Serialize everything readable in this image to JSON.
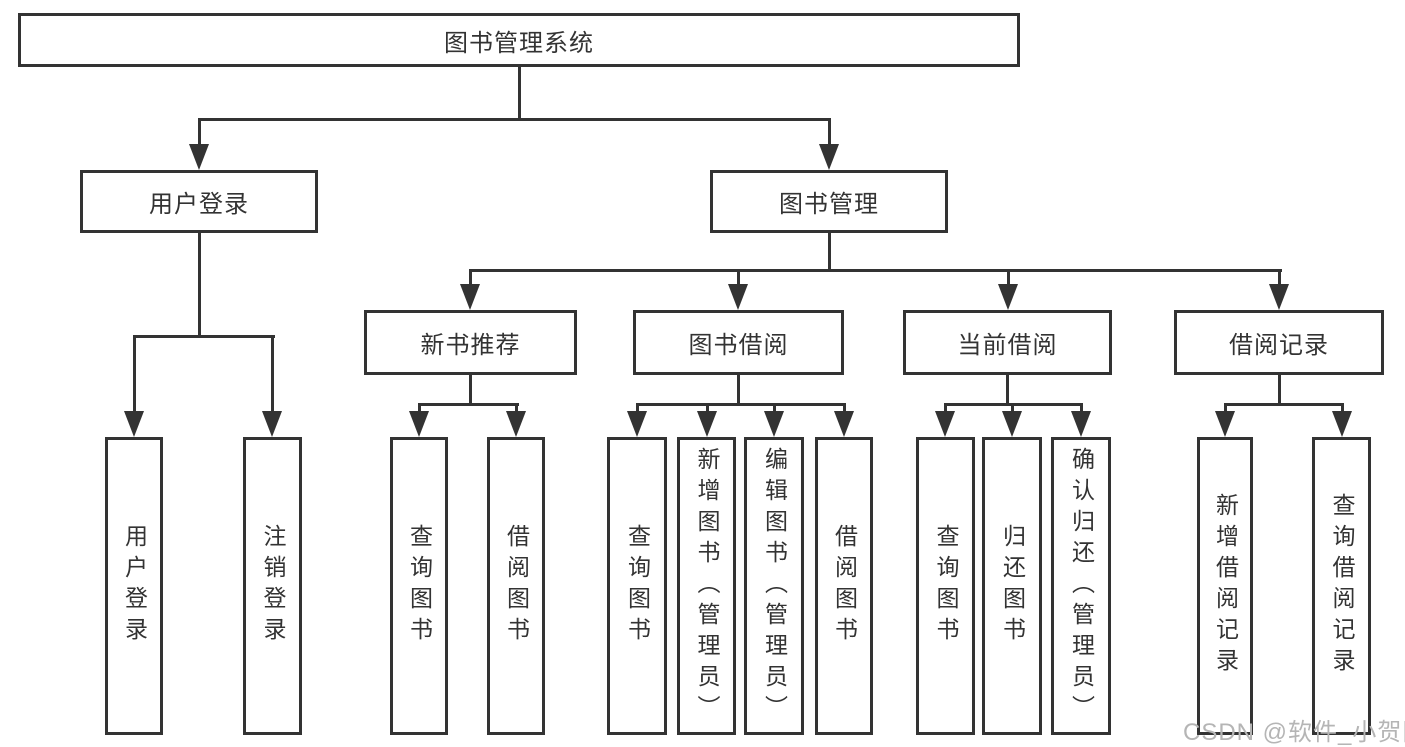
{
  "colors": {
    "line": "#333333",
    "text": "#333333",
    "background": "#ffffff",
    "watermark": "#b5b5b5"
  },
  "tree": {
    "root": {
      "label": "图书管理系统"
    },
    "branches": [
      {
        "label": "用户登录",
        "children": [
          "用户登录",
          "注销登录"
        ]
      },
      {
        "label": "图书管理",
        "sections": [
          {
            "label": "新书推荐",
            "children": [
              "查询图书",
              "借阅图书"
            ]
          },
          {
            "label": "图书借阅",
            "children": [
              "查询图书",
              "新增图书（管理员）",
              "编辑图书（管理员）",
              "借阅图书"
            ]
          },
          {
            "label": "当前借阅",
            "children": [
              "查询图书",
              "归还图书",
              "确认归还（管理员）"
            ]
          },
          {
            "label": "借阅记录",
            "children": [
              "新增借阅记录",
              "查询借阅记录"
            ]
          }
        ]
      }
    ]
  },
  "watermark": {
    "text": "CSDN @软件_小贺同学"
  }
}
